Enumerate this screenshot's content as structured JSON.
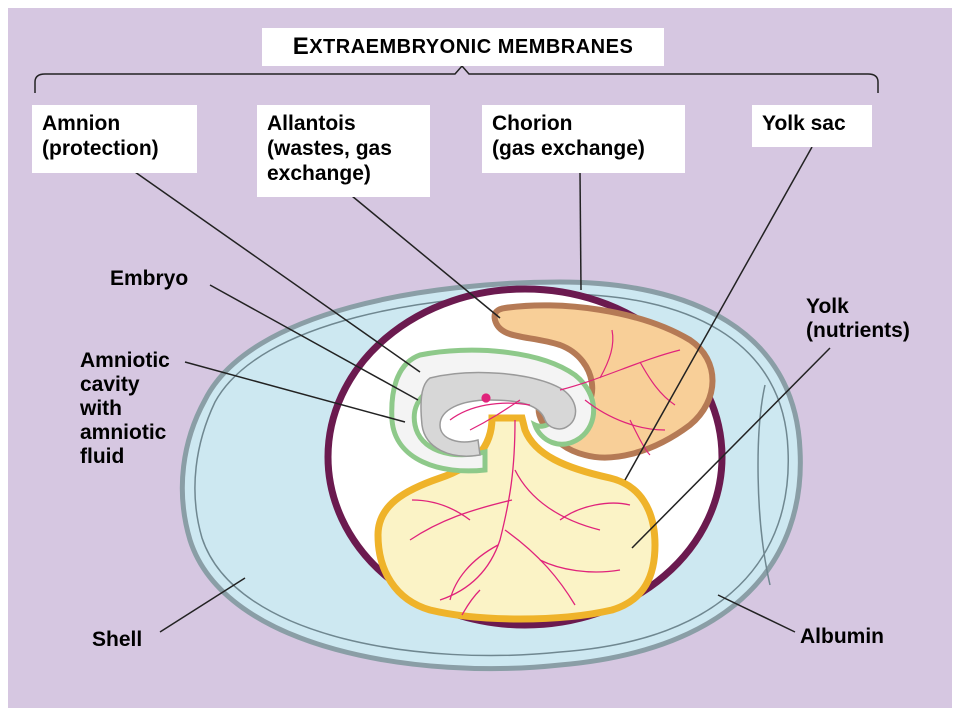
{
  "title": {
    "first": "E",
    "rest": "XTRAEMBRYONIC MEMBRANES"
  },
  "boxes": {
    "amnion": "Amnion\n(protection)",
    "allantois": "Allantois\n(wastes, gas\nexchange)",
    "chorion": "Chorion\n(gas exchange)",
    "yolk_sac": "Yolk sac"
  },
  "labels": {
    "embryo": "Embryo",
    "amniotic_cavity": "Amniotic\ncavity\nwith\namniotic\nfluid",
    "yolk": "Yolk\n(nutrients)",
    "shell": "Shell",
    "albumin": "Albumin"
  },
  "colors": {
    "background": "#d6c7e1",
    "albumin": "#cde8f1",
    "chorion": "#6b1a4f",
    "amnion": "#8ec98a",
    "allantois_outline": "#b57a55",
    "allantois_fill": "#f8cf98",
    "yolk_sac_outline": "#efb32a",
    "yolk_fill": "#fbf3c6",
    "embryo": "#d7d7d7",
    "blood_vessels": "#e0237b"
  }
}
